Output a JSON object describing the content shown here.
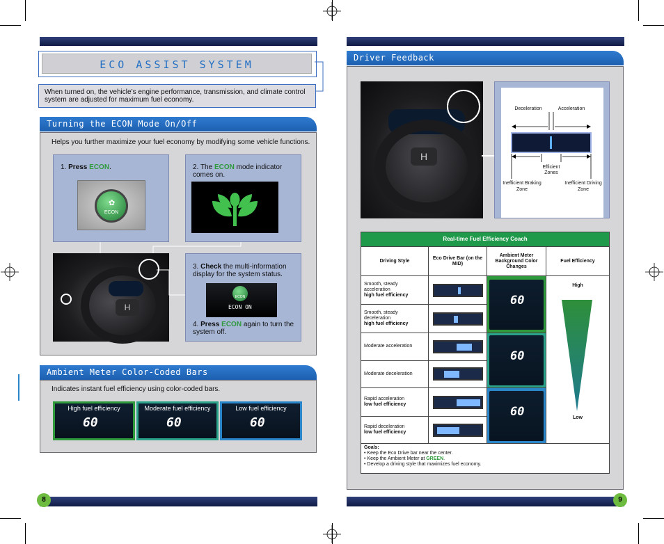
{
  "left_page": {
    "title": "ECO ASSIST SYSTEM",
    "intro": "When turned on, the vehicle’s engine performance, transmission, and climate control system are adjusted for maximum fuel economy.",
    "econ_section": {
      "heading": "Turning the ECON Mode On/Off",
      "description": "Helps you further maximize your fuel economy by modifying some vehicle functions.",
      "step1": {
        "num": "1.",
        "bold": "Press",
        "highlight": "ECON",
        "end": "."
      },
      "step2": {
        "num": "2. The",
        "highlight": "ECON",
        "rest": "mode indicator comes on."
      },
      "step3": {
        "num": "3.",
        "bold": "Check",
        "rest": "the multi-information display for the system status."
      },
      "step4": {
        "num": "4.",
        "bold": "Press",
        "highlight": "ECON",
        "rest": "again to turn the system off."
      },
      "button_label": "ECON",
      "display_label": "ECON",
      "display_status": "ON"
    },
    "ambient_section": {
      "heading": "Ambient Meter Color-Coded Bars",
      "description": "Indicates instant fuel efficiency using color-coded bars.",
      "meters": [
        {
          "label": "High fuel efficiency",
          "speed": "60",
          "color": "#2e9a3c"
        },
        {
          "label": "Moderate fuel efficiency",
          "speed": "60",
          "color": "#2aa38a"
        },
        {
          "label": "Low fuel efficiency",
          "speed": "60",
          "color": "#2a86c8"
        }
      ]
    },
    "page_number": "8"
  },
  "right_page": {
    "heading": "Driver Feedback",
    "diagram": {
      "deceleration": "Deceleration",
      "acceleration": "Acceleration",
      "efficient": "Efficient Zones",
      "inefficient_braking": "Inefficient Braking Zone",
      "inefficient_driving": "Inefficient Driving Zone"
    },
    "coach": {
      "title": "Real-time Fuel Efficiency Coach",
      "headers": [
        "Driving Style",
        "Eco Drive Bar (on the MID)",
        "Ambient Meter Background Color Changes",
        "Fuel Efficiency"
      ],
      "rows": [
        {
          "style": "Smooth, steady acceleration",
          "bold": "high fuel efficiency"
        },
        {
          "style": "Smooth, steady deceleration",
          "bold": "high fuel efficiency"
        },
        {
          "style": "Moderate acceleration",
          "bold": ""
        },
        {
          "style": "Moderate deceleration",
          "bold": ""
        },
        {
          "style": "Rapid acceleration",
          "bold": "low fuel efficiency"
        },
        {
          "style": "Rapid deceleration",
          "bold": "low fuel efficiency"
        }
      ],
      "high": "High",
      "low": "Low",
      "speed": "60",
      "goals_label": "Goals:",
      "goal1": "• Keep the Eco Drive bar near the center.",
      "goal2_pre": "• Keep the Ambient Meter at",
      "goal2_hl": "GREEN",
      "goal2_end": ".",
      "goal3": "• Develop a driving style that maximizes fuel economy."
    },
    "page_number": "9"
  },
  "colors": {
    "navy": "#13204f",
    "blue_header": "#2470c4",
    "green": "#2e9a3c",
    "coach_green": "#1f9a4a"
  }
}
